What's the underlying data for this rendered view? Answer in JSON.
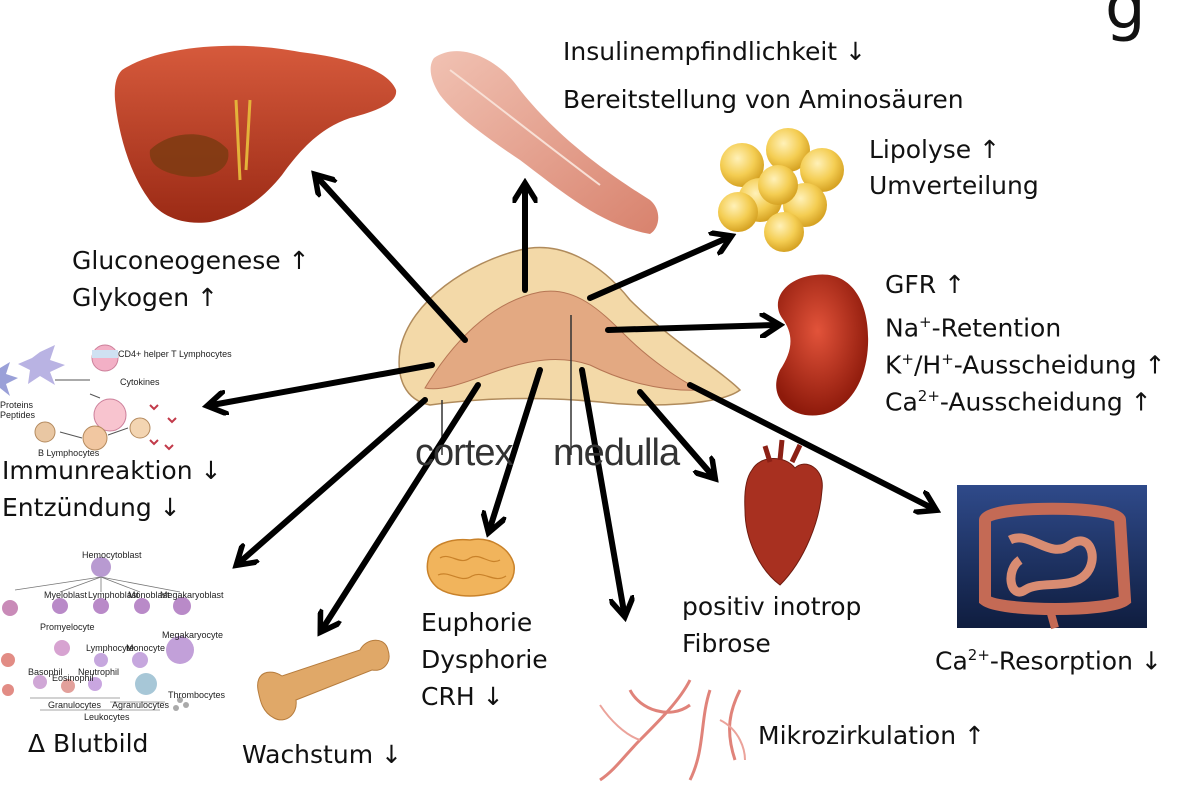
{
  "title_fragment": "g",
  "gland": {
    "cortex": "cortex",
    "medulla": "medulla"
  },
  "effects": {
    "liver": [
      "Gluconeogenese ↑",
      "Glykogen ↑"
    ],
    "muscle": [
      "Insulinempfindlichkeit ↓",
      "Bereitstellung von Aminosäuren"
    ],
    "fat": [
      "Lipolyse ↑",
      "Umverteilung"
    ],
    "kidney": {
      "gfr": "GFR ↑",
      "na_base": "Na",
      "na_sup": "+",
      "na_rest": "-Retention",
      "k_base": "K",
      "k_sup": "+",
      "k_mid": "/H",
      "h_sup": "+",
      "k_rest": "-Ausscheidung ↑",
      "ca_base": "Ca",
      "ca_sup": "2+",
      "ca_rest": "-Ausscheidung ↑"
    },
    "immune": [
      "Immunreaktion ↓",
      "Entzündung ↓"
    ],
    "blood": "Δ Blutbild",
    "bone": "Wachstum ↓",
    "brain": [
      "Euphorie",
      "Dysphorie",
      "CRH ↓"
    ],
    "microcirculation": "Mikrozirkulation ↑",
    "heart": [
      "positiv inotrop",
      "Fibrose"
    ],
    "intestine": {
      "base": "Ca",
      "sup": "2+",
      "rest": "-Resorption ↓"
    }
  },
  "icon_texts": {
    "immune": [
      "CD4+ helper T Lymphocytes",
      "Cytokines",
      "B Lymphocytes",
      "Proteins",
      "Peptides"
    ],
    "blood": [
      "Hemocytoblast",
      "Myeloblast",
      "Lymphoblast",
      "Monoblast",
      "Megakaryoblast",
      "Promyelocyte",
      "Lymphocyte",
      "Monocyte",
      "Megakaryocyte",
      "Basophil",
      "Eosinophil",
      "Neutrophil",
      "Granulocytes",
      "Agranulocytes",
      "Leukocytes",
      "Thrombocytes"
    ]
  },
  "colors": {
    "arrow": "#000000",
    "liver": "#b6391f",
    "kidney": "#b52512",
    "fat": "#f2c23c",
    "gland_outer": "#f3d9a8",
    "gland_inner": "#e3a982",
    "muscle": "#e6a08c"
  }
}
